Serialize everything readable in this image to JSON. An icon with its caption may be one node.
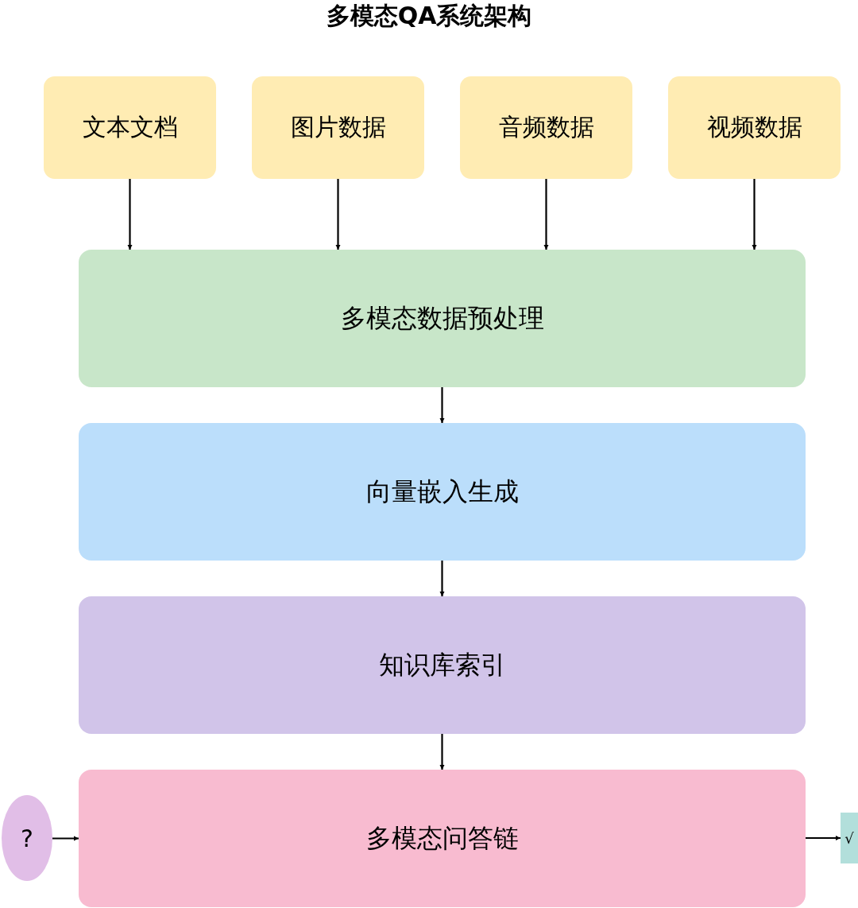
{
  "diagram": {
    "title": "多模态QA系统架构",
    "nodes": [
      {
        "text": [
          "文本文档"
        ]
      },
      {
        "text": [
          "图片数据"
        ]
      },
      {
        "text": [
          "音频数据"
        ]
      },
      {
        "text": [
          "视频数据"
        ]
      },
      {
        "text": [
          "多模态数据预处理"
        ]
      },
      {
        "text": [
          "向量嵌入生成"
        ]
      },
      {
        "text": [
          "知识库索引"
        ]
      },
      {
        "text": [
          "多模态问答链"
        ]
      },
      {
        "text": [
          "?"
        ]
      },
      {
        "text": [
          "√"
        ]
      }
    ],
    "edges": [
      {
        "from": 0,
        "to": 4,
        "arrow": "to"
      },
      {
        "from": 1,
        "to": 4,
        "arrow": "to"
      },
      {
        "from": 2,
        "to": 4,
        "arrow": "to"
      },
      {
        "from": 3,
        "to": 4,
        "arrow": "to"
      },
      {
        "from": 4,
        "to": 5,
        "arrow": "to"
      },
      {
        "from": 5,
        "to": 6,
        "arrow": "to"
      },
      {
        "from": 6,
        "to": 7,
        "arrow": "to"
      },
      {
        "from": 8,
        "to": 7,
        "arrow": "to"
      },
      {
        "from": 7,
        "to": 9,
        "arrow": "to"
      }
    ]
  }
}
